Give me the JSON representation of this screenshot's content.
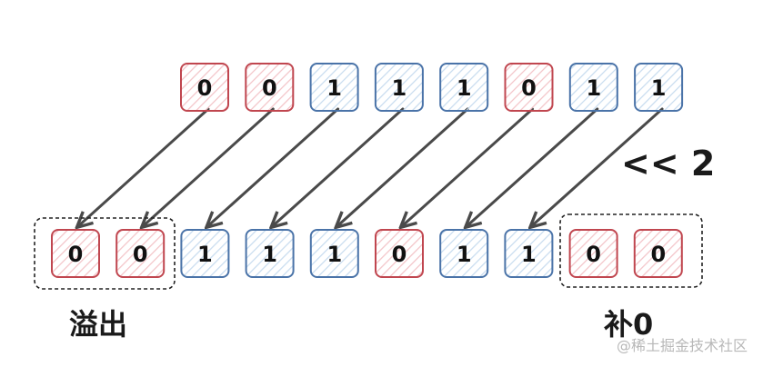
{
  "diagram": {
    "top_bits": [
      "0",
      "0",
      "1",
      "1",
      "1",
      "0",
      "1",
      "1"
    ],
    "bottom_bits": [
      "0",
      "0",
      "1",
      "1",
      "1",
      "0",
      "1",
      "1",
      "0",
      "0"
    ],
    "operation_label": "<< 2",
    "overflow_label": "溢出",
    "padding_label": "补0",
    "watermark": "@稀土掘金技术社区"
  },
  "colors": {
    "zero_stroke": "#c0464f",
    "zero_hatch": "#f3c4c8",
    "one_stroke": "#4a73a8",
    "one_hatch": "#c8dcef",
    "arrow": "#4a4a4a",
    "group_box": "#222222"
  }
}
